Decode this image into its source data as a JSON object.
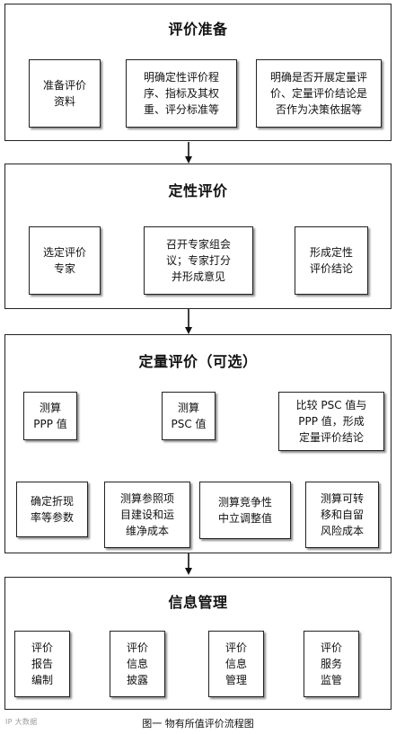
{
  "sections": [
    {
      "title": "评价准备",
      "items": [
        "准备评价\n资料",
        "明确定性评价程\n序、指标及其权\n重、评分标准等",
        "明确是否开展定量评\n价、定量评价结论是\n否作为决策依据等"
      ]
    },
    {
      "title": "定性评价",
      "items": [
        "选定评价\n专家",
        "召开专家组会\n议；专家打分\n并形成意见",
        "形成定性\n评价结论"
      ]
    },
    {
      "title": "定量评价（可选）",
      "top_items": [
        "测算\nPPP 值",
        "测算\nPSC 值",
        "比较 PSC 值与\nPPP 值，形成\n定量评价结论"
      ],
      "bottom_items": [
        "确定折现\n率等参数",
        "测算参照项\n目建设和运\n维净成本",
        "测算竞争性\n中立调整值",
        "测算可转\n移和自留\n风险成本"
      ]
    },
    {
      "title": "信息管理",
      "items": [
        "评价\n报告\n编制",
        "评价\n信息\n披露",
        "评价\n信息\n管理",
        "评价\n服务\n监管"
      ]
    }
  ],
  "caption": "图一 物有所值评价流程图",
  "watermark": "IP 大数据"
}
